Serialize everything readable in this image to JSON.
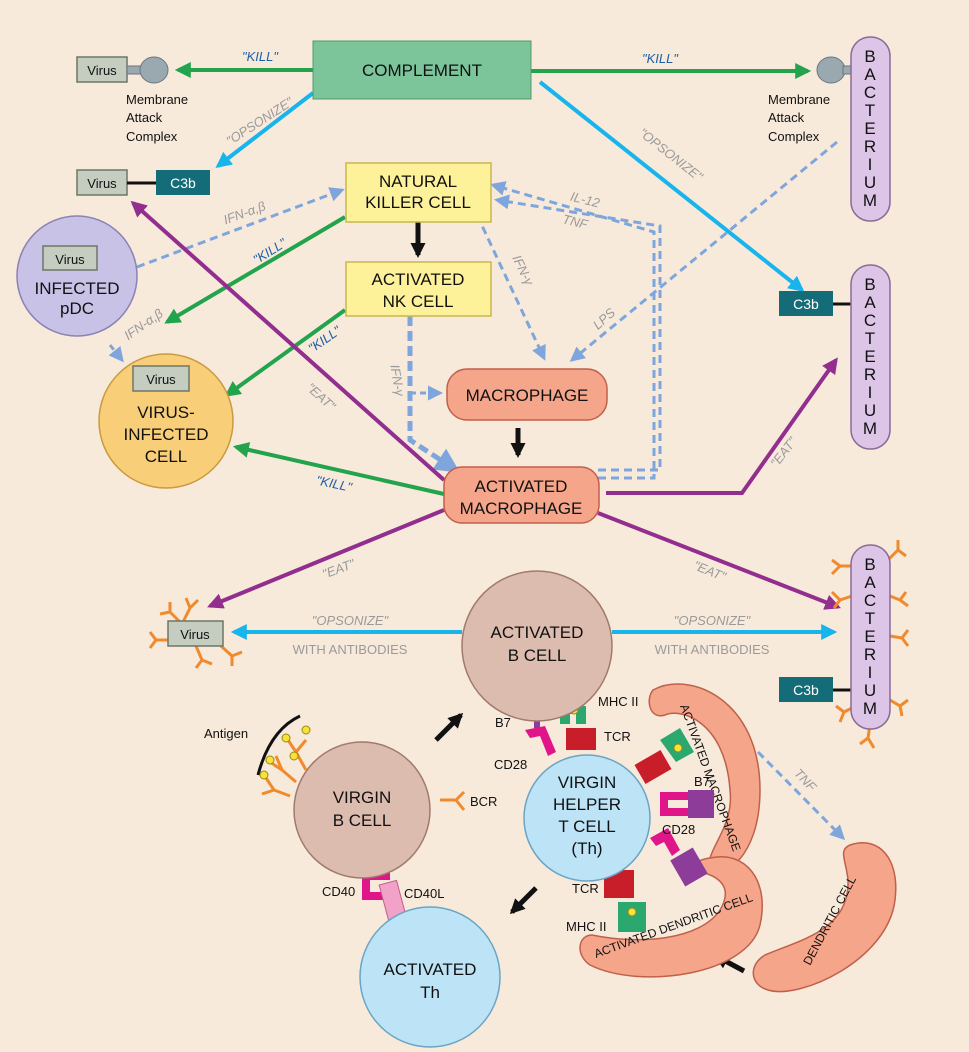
{
  "nodes": {
    "complement": "COMPLEMENT",
    "nk_cell": [
      "NATURAL",
      "KILLER CELL"
    ],
    "activated_nk": [
      "ACTIVATED",
      "NK CELL"
    ],
    "macrophage": "MACROPHAGE",
    "activated_macrophage": [
      "ACTIVATED",
      "MACROPHAGE"
    ],
    "infected_pdc": [
      "INFECTED",
      "pDC"
    ],
    "virus_infected_cell": [
      "VIRUS-",
      "INFECTED",
      "CELL"
    ],
    "activated_b": [
      "ACTIVATED",
      "B CELL"
    ],
    "virgin_b": [
      "VIRGIN",
      "B CELL"
    ],
    "virgin_th": [
      "VIRGIN",
      "HELPER",
      "T CELL",
      "(Th)"
    ],
    "activated_th": [
      "ACTIVATED",
      "Th"
    ],
    "activated_macrophage_curve": "ACTIVATED MACROPHAGE",
    "activated_dendritic": "ACTIVATED DENDRITIC CELL",
    "dendritic": "DENDRITIC CELL",
    "bacterium": "BACTERIUM"
  },
  "tags": {
    "virus": "Virus",
    "c3b": "C3b"
  },
  "labels": {
    "mac": [
      "Membrane",
      "Attack",
      "Complex"
    ],
    "kill": "\"KILL\"",
    "opsonize": "\"OPSONIZE\"",
    "eat": "\"EAT\"",
    "with_antibodies": "WITH ANTIBODIES",
    "ifn_ab": "IFN-α,β",
    "ifn_g": "IFN-γ",
    "il12": "IL-12",
    "tnf": "TNF",
    "lps": "LPS",
    "antigen": "Antigen",
    "bcr": "BCR",
    "b7": "B7",
    "cd28": "CD28",
    "mhc2": "MHC II",
    "tcr": "TCR",
    "cd40": "CD40",
    "cd40l": "CD40L"
  },
  "colors": {
    "background": "#f8eadb",
    "complement": "#7cc49a",
    "nk": "#fdf29a",
    "macrophage": "#f4a58a",
    "infected_cell": "#f8cf78",
    "pdc": "#c8c2e6",
    "bacterium": "#dcc5e6",
    "b_cell": "#dcbcaf",
    "t_cell": "#bde3f6",
    "c3b": "#136c78",
    "virus": "#c5ccc0",
    "kill_arrow": "#22a34c",
    "opsonize_arrow": "#18b4ec",
    "eat_arrow": "#922e8e",
    "cytokine_arrow": "#7ea6dc",
    "antibody": "#f08a2c"
  }
}
